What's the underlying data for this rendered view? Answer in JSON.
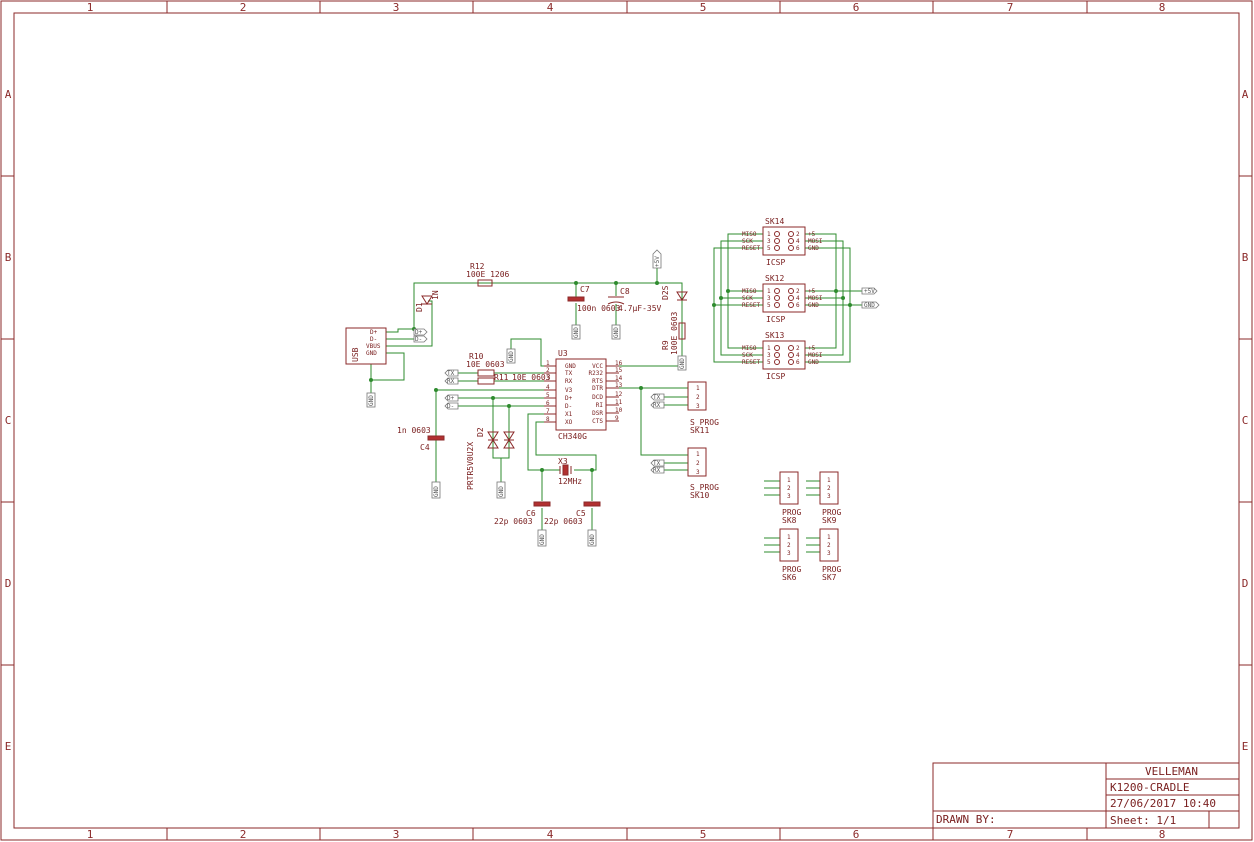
{
  "frame": {
    "col_labels": [
      "1",
      "2",
      "3",
      "4",
      "5",
      "6",
      "7",
      "8"
    ],
    "row_labels": [
      "A",
      "B",
      "C",
      "D",
      "E"
    ]
  },
  "title_block": {
    "company": "VELLEMAN",
    "title": "K1200-CRADLE",
    "date": "27/06/2017 10:40",
    "drawn_by": "DRAWN BY:",
    "sheet": "Sheet: 1/1"
  },
  "components": {
    "usb": {
      "name": "USB",
      "pins": [
        "D+",
        "D-",
        "VBUS",
        "GND"
      ]
    },
    "d1": {
      "ref": "D1",
      "value": "1N"
    },
    "r12": {
      "ref": "R12",
      "value": "100E 1206"
    },
    "c7": {
      "ref": "C7",
      "value": "100n 0603"
    },
    "c8": {
      "ref": "C8",
      "value": "4.7µF-35V"
    },
    "d2s": {
      "ref": "D2S"
    },
    "r9": {
      "ref": "R9",
      "value": "100E 0603"
    },
    "r10": {
      "ref": "R10",
      "value": "10E 0603"
    },
    "r11": {
      "ref": "R11",
      "value": "10E 0603"
    },
    "u3": {
      "ref": "U3",
      "value": "CH340G",
      "left_pins": [
        {
          "num": "1",
          "name": "GND"
        },
        {
          "num": "2",
          "name": "TX"
        },
        {
          "num": "3",
          "name": "RX"
        },
        {
          "num": "4",
          "name": "V3"
        },
        {
          "num": "5",
          "name": "D+"
        },
        {
          "num": "6",
          "name": "D-"
        },
        {
          "num": "7",
          "name": "X1"
        },
        {
          "num": "8",
          "name": "XO"
        }
      ],
      "right_pins": [
        {
          "num": "16",
          "name": "VCC"
        },
        {
          "num": "15",
          "name": "R232"
        },
        {
          "num": "14",
          "name": "RTS"
        },
        {
          "num": "13",
          "name": "DTR"
        },
        {
          "num": "12",
          "name": "DCD"
        },
        {
          "num": "11",
          "name": "RI"
        },
        {
          "num": "10",
          "name": "DSR"
        },
        {
          "num": "9",
          "name": "CTS"
        }
      ]
    },
    "c4": {
      "ref": "C4",
      "value": "1n 0603"
    },
    "d2": {
      "ref": "D2",
      "value": "PRTR5V0U2X"
    },
    "x3": {
      "ref": "X3",
      "value": "12MHz"
    },
    "c6": {
      "ref": "C6",
      "value": "22p 0603"
    },
    "c5": {
      "ref": "C5",
      "value": "22p 0603"
    },
    "sk11": {
      "ref": "SK11",
      "value": "S_PROG",
      "pins": [
        "1",
        "2",
        "3"
      ]
    },
    "sk10": {
      "ref": "SK10",
      "value": "S_PROG",
      "pins": [
        "1",
        "2",
        "3"
      ]
    },
    "icsp_headers": [
      {
        "ref": "SK14",
        "value": "ICSP",
        "left_pins": [
          "MISO",
          "SCK",
          "RESET"
        ],
        "right_pins": [
          "+5",
          "MOSI",
          "GND"
        ],
        "pin_nums_left": [
          "1",
          "3",
          "5"
        ],
        "pin_nums_right": [
          "2",
          "4",
          "6"
        ]
      },
      {
        "ref": "SK12",
        "value": "ICSP",
        "left_pins": [
          "MISO",
          "SCK",
          "RESET"
        ],
        "right_pins": [
          "+5",
          "MOSI",
          "GND"
        ],
        "pin_nums_left": [
          "1",
          "3",
          "5"
        ],
        "pin_nums_right": [
          "2",
          "4",
          "6"
        ]
      },
      {
        "ref": "SK13",
        "value": "ICSP",
        "left_pins": [
          "MISO",
          "SCK",
          "RESET"
        ],
        "right_pins": [
          "+5",
          "MOSI",
          "GND"
        ],
        "pin_nums_left": [
          "1",
          "3",
          "5"
        ],
        "pin_nums_right": [
          "2",
          "4",
          "6"
        ]
      }
    ],
    "prog_headers": [
      {
        "ref": "SK8",
        "value": "PROG"
      },
      {
        "ref": "SK9",
        "value": "PROG"
      },
      {
        "ref": "SK6",
        "value": "PROG"
      },
      {
        "ref": "SK7",
        "value": "PROG"
      }
    ]
  },
  "net_labels": {
    "dplus": "D+",
    "dminus": "D-",
    "tx": "TX",
    "rx": "RX",
    "plus5v": "+5V",
    "gnd": "GND"
  }
}
